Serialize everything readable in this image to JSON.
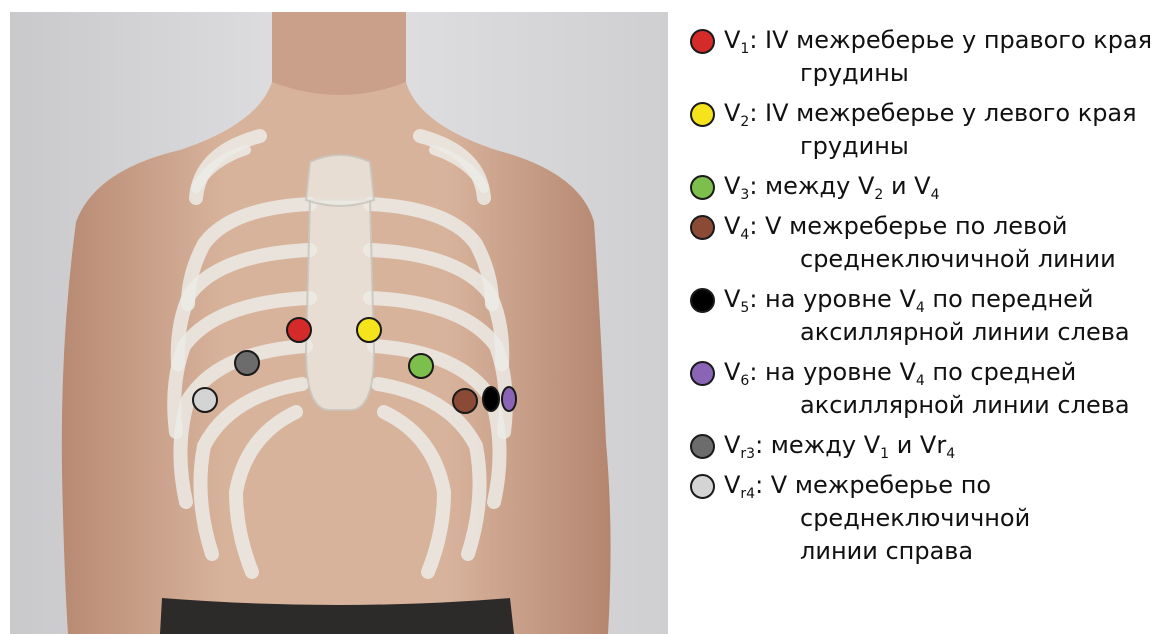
{
  "colors": {
    "V1": "#d42a2a",
    "V2": "#f5e41c",
    "V3": "#7dbf4c",
    "V4": "#8b4a36",
    "V5": "#000000",
    "V6": "#8a65b6",
    "Vr3": "#6c6c6c",
    "Vr4": "#d4d4d4"
  },
  "legend": [
    {
      "id": "V1",
      "name": "V",
      "sub": "1",
      "line1": ": IV межреберье у правого края",
      "line2": "грудины"
    },
    {
      "id": "V2",
      "name": "V",
      "sub": "2",
      "line1": ": IV межреберье у левого края",
      "line2": "грудины"
    },
    {
      "id": "V3",
      "name": "V",
      "sub": "3",
      "line1a": ": между V",
      "sub_a": "2",
      "line1b": " и V",
      "sub_b": "4"
    },
    {
      "id": "V4",
      "name": "V",
      "sub": "4",
      "line1": ": V межреберье по левой",
      "line2": "среднеключичной линии"
    },
    {
      "id": "V5",
      "name": "V",
      "sub": "5",
      "line1a": ": на уровне V",
      "sub_a": "4",
      "line1b": " по передней",
      "line2": "аксиллярной линии слева"
    },
    {
      "id": "V6",
      "name": "V",
      "sub": "6",
      "line1a": ": на уровне V",
      "sub_a": "4",
      "line1b": " по средней",
      "line2": "аксиллярной линии слева"
    },
    {
      "id": "Vr3",
      "name": "V",
      "sub": "r3",
      "line1a": ": между V",
      "sub_a": "1",
      "line1b": " и Vr",
      "sub_b": "4"
    },
    {
      "id": "Vr4",
      "name": "V",
      "sub": "r4",
      "line1": ": V межреберье по",
      "line2": "среднеключичной",
      "line3": "линии справа"
    }
  ],
  "icons": [
    "electrode-dot-icon"
  ]
}
